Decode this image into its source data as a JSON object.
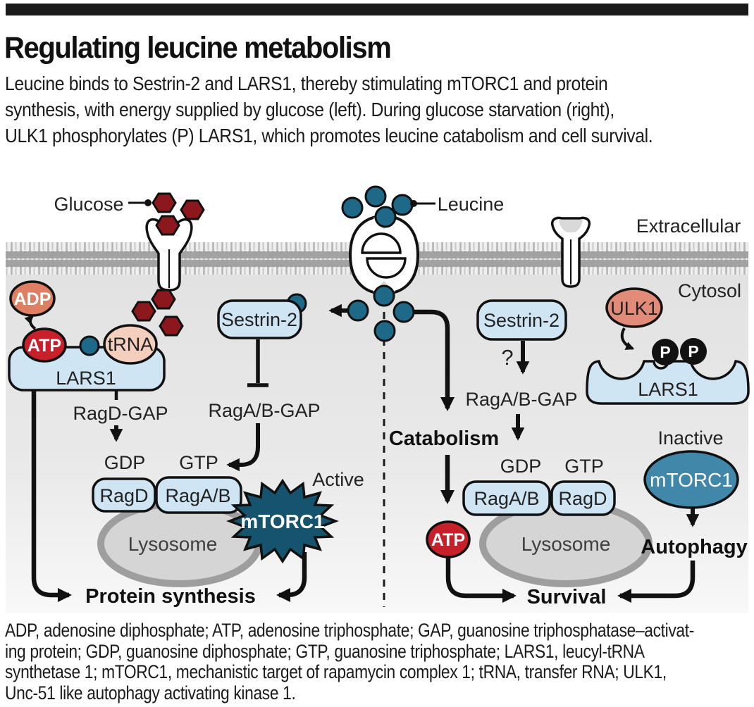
{
  "title": "Regulating leucine metabolism",
  "intro": {
    "line1": "Leucine binds to Sestrin-2 and LARS1, thereby stimulating mTORC1 and protein",
    "line2": "synthesis, with energy supplied by glucose (left). During glucose starvation (right),",
    "line3": "ULK1 phosphorylates (P) LARS1, which promotes leucine catabolism and cell survival."
  },
  "diagram": {
    "glucose": "Glucose",
    "leucine": "Leucine",
    "extracellular": "Extracellular",
    "cytosol": "Cytosol",
    "adp": "ADP",
    "atp": "ATP",
    "trna": "tRNA",
    "lars1": "LARS1",
    "sestrin2": "Sestrin-2",
    "ragd_gap": "RagD-GAP",
    "ragab_gap": "RagA/B-GAP",
    "gdp": "GDP",
    "gtp": "GTP",
    "ragd": "RagD",
    "ragab": "RagA/B",
    "lysosome": "Lysosome",
    "mtorc1": "mTORC1",
    "active": "Active",
    "inactive": "Inactive",
    "protein_synthesis": "Protein synthesis",
    "catabolism": "Catabolism",
    "survival": "Survival",
    "autophagy": "Autophagy",
    "ulk1": "ULK1",
    "p": "P",
    "question": "?"
  },
  "footnote": {
    "line1": "ADP, adenosine diphosphate; ATP, adenosine triphosphate; GAP, guanosine triphosphatase–activat-",
    "line2": "ing protein; GDP, guanosine diphosphate; GTP, guanosine triphosphate; LARS1, leucyl-tRNA",
    "line3": "synthetase 1; mTORC1, mechanistic target of rapamycin complex 1; tRNA, transfer RNA; ULK1,",
    "line4": "Unc-51 like autophagy activating kinase 1."
  },
  "colors": {
    "leucine_teal": "#1e6888",
    "box_blue": "#cfe5f3",
    "mtorc1_active_teal": "#15536e",
    "mtorc1_inactive_teal": "#4187a9",
    "atp_red": "#c8202b",
    "adp_salmon": "#de7f63",
    "ulk1_salmon": "#e18b78",
    "trna_pink": "#f5cfbd",
    "glucose_dark_red": "#8c181d",
    "lysosome_fill": "#d5d5d5",
    "lysosome_ring": "#9e9e9e",
    "membrane_gray": "#a2a2a2"
  }
}
